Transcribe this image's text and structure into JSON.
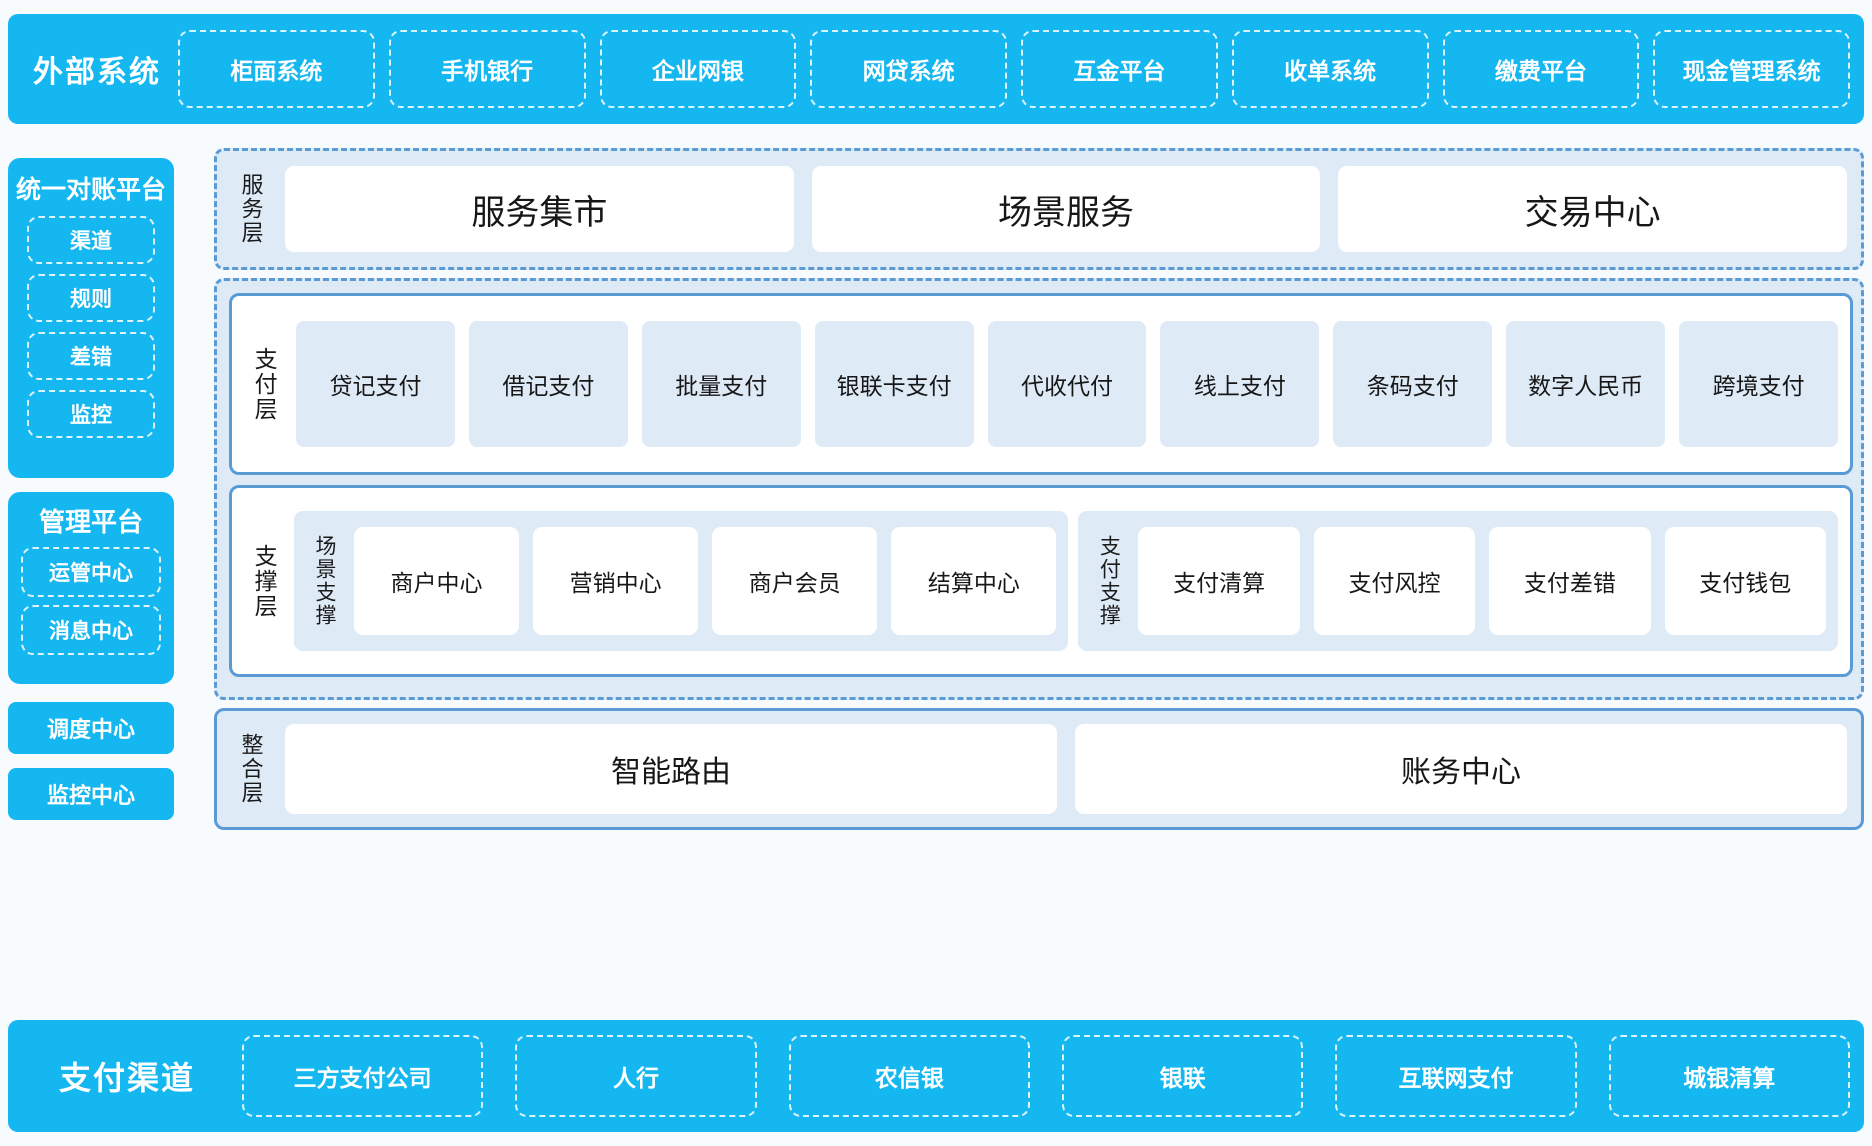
{
  "external": {
    "title": "外部系统",
    "items": [
      {
        "label": "柜面系统"
      },
      {
        "label": "手机银行"
      },
      {
        "label": "企业网银"
      },
      {
        "label": "网贷系统"
      },
      {
        "label": "互金平台"
      },
      {
        "label": "收单系统"
      },
      {
        "label": "缴费平台"
      },
      {
        "label": "现金管理系统"
      }
    ]
  },
  "sidebar": {
    "reconciliation": {
      "title": "统一对账平台",
      "items": [
        {
          "label": "渠道"
        },
        {
          "label": "规则"
        },
        {
          "label": "差错"
        },
        {
          "label": "监控"
        }
      ]
    },
    "management": {
      "title": "管理平台",
      "items": [
        {
          "label": "运管中心"
        },
        {
          "label": "消息中心"
        }
      ]
    },
    "standalone": [
      {
        "label": "调度中心"
      },
      {
        "label": "监控中心"
      }
    ]
  },
  "service_layer": {
    "label": "服务层",
    "cards": [
      {
        "label": "服务集市"
      },
      {
        "label": "场景服务"
      },
      {
        "label": "交易中心"
      }
    ]
  },
  "payment_layer": {
    "label": "支付层",
    "cards": [
      {
        "label": "贷记支付"
      },
      {
        "label": "借记支付"
      },
      {
        "label": "批量支付"
      },
      {
        "label": "银联卡支付"
      },
      {
        "label": "代收代付"
      },
      {
        "label": "线上支付"
      },
      {
        "label": "条码支付"
      },
      {
        "label": "数字人民币"
      },
      {
        "label": "跨境支付"
      }
    ]
  },
  "support_layer": {
    "label": "支撑层",
    "groups": [
      {
        "label": "场景支撑",
        "cards": [
          {
            "label": "商户中心"
          },
          {
            "label": "营销中心"
          },
          {
            "label": "商户会员"
          },
          {
            "label": "结算中心"
          }
        ]
      },
      {
        "label": "支付支撑",
        "cards": [
          {
            "label": "支付清算"
          },
          {
            "label": "支付风控"
          },
          {
            "label": "支付差错"
          },
          {
            "label": "支付钱包"
          }
        ]
      }
    ]
  },
  "integration_layer": {
    "label": "整合层",
    "cards": [
      {
        "label": "智能路由"
      },
      {
        "label": "账务中心"
      }
    ]
  },
  "payment_channels": {
    "title": "支付渠道",
    "items": [
      {
        "label": "三方支付公司"
      },
      {
        "label": "人行"
      },
      {
        "label": "农信银"
      },
      {
        "label": "银联"
      },
      {
        "label": "互联网支付"
      },
      {
        "label": "城银清算"
      }
    ]
  },
  "colors": {
    "cyan": "#15b7f0",
    "region_fill": "#dfeaf7",
    "region_border": "#5b9bd5",
    "card_white": "#ffffff",
    "page_bg": "#f7fbfd"
  }
}
